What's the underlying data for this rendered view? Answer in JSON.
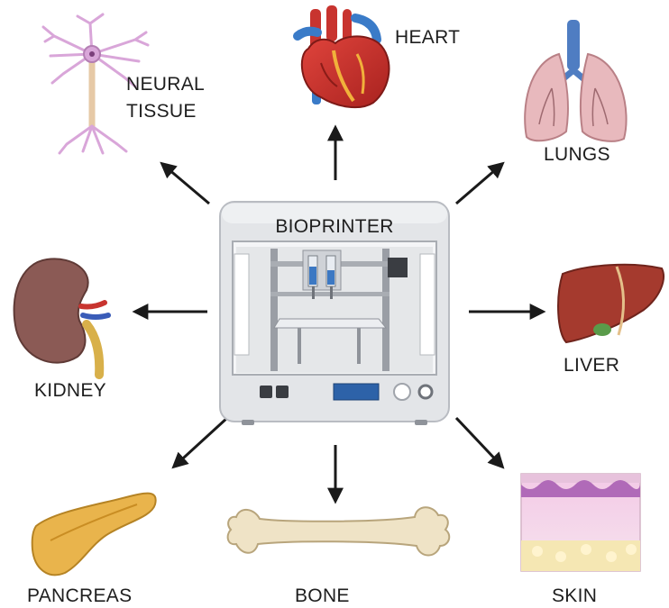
{
  "center": {
    "label": "BIOPRINTER"
  },
  "organs": [
    {
      "id": "neural",
      "label_line1": "NEURAL",
      "label_line2": "TISSUE"
    },
    {
      "id": "heart",
      "label": "HEART"
    },
    {
      "id": "lungs",
      "label": "LUNGS"
    },
    {
      "id": "kidney",
      "label": "KIDNEY"
    },
    {
      "id": "liver",
      "label": "LIVER"
    },
    {
      "id": "pancreas",
      "label": "PANCREAS"
    },
    {
      "id": "bone",
      "label": "BONE"
    },
    {
      "id": "skin",
      "label": "SKIN"
    }
  ],
  "colors": {
    "printer_body": "#e3e5e8",
    "printer_frame": "#c9ccd1",
    "display": "#2d62a8",
    "arrow": "#1a1a1a",
    "heart": "#c8342f",
    "kidney": "#8b5a55",
    "liver": "#a53a2e",
    "bone": "#efe3c6",
    "pancreas": "#e9b44c",
    "lungs": "#e8b9bd",
    "skin_top": "#b06ab8",
    "neuron": "#d9a6d9"
  }
}
